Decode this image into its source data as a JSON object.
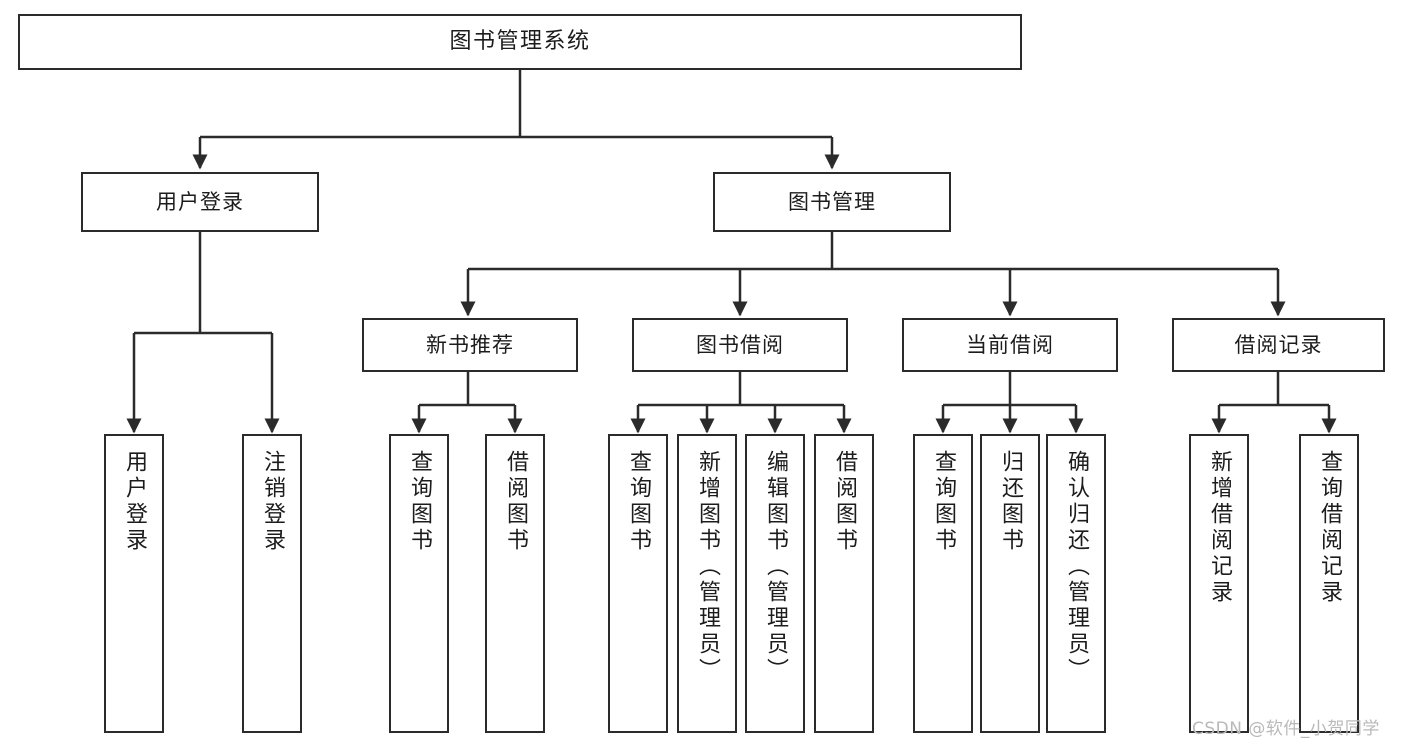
{
  "diagram": {
    "title": "图书管理系统",
    "type": "tree-hierarchy",
    "watermark": "CSDN @软件_小贺同学",
    "colors": {
      "background": "#ffffff",
      "node_fill": "#ffffff",
      "node_stroke": "#2b2b2b",
      "edge_stroke": "#2b2b2b",
      "text": "#1c1c1c",
      "watermark": "#b9b9b9"
    },
    "levels": {
      "root": "图书管理系统",
      "level1": [
        "用户登录",
        "图书管理"
      ],
      "level2": [
        "新书推荐",
        "图书借阅",
        "当前借阅",
        "借阅记录"
      ]
    }
  },
  "nodes": {
    "root": {
      "label": "图书管理系统"
    },
    "user_login": {
      "label": "用户登录"
    },
    "book_manage": {
      "label": "图书管理"
    },
    "new_book_rec": {
      "label": "新书推荐"
    },
    "book_borrow": {
      "label": "图书借阅"
    },
    "current_borrow": {
      "label": "当前借阅"
    },
    "borrow_record": {
      "label": "借阅记录"
    }
  },
  "leaves": {
    "user_login": [
      {
        "label": "用户登录"
      },
      {
        "label": "注销登录"
      }
    ],
    "new_book_rec": [
      {
        "label": "查询图书"
      },
      {
        "label": "借阅图书"
      }
    ],
    "book_borrow": [
      {
        "label": "查询图书"
      },
      {
        "label": "新增图书（管理员）"
      },
      {
        "label": "编辑图书（管理员）"
      },
      {
        "label": "借阅图书"
      }
    ],
    "current_borrow": [
      {
        "label": "查询图书"
      },
      {
        "label": "归还图书"
      },
      {
        "label": "确认归还（管理员）"
      }
    ],
    "borrow_record": [
      {
        "label": "新增借阅记录"
      },
      {
        "label": "查询借阅记录"
      }
    ]
  }
}
